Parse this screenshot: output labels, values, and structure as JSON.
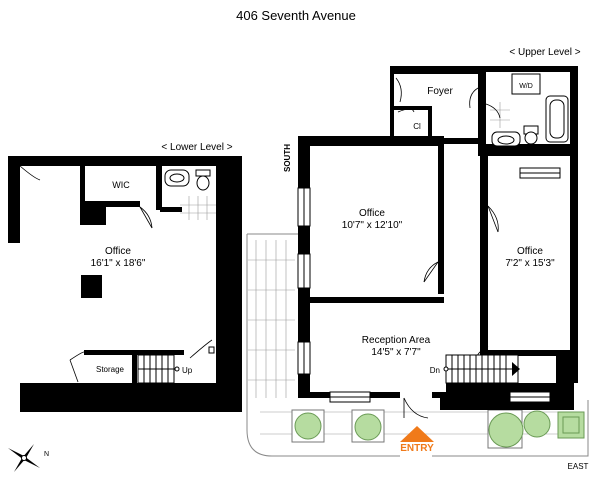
{
  "title": "406 Seventh Avenue",
  "levels": {
    "upper": "< Upper Level >",
    "lower": "< Lower Level >"
  },
  "rooms": {
    "lower_office": {
      "name": "Office",
      "dims": "16'1\" x 18'6\""
    },
    "wic": "WIC",
    "storage": "Storage",
    "up": "Up",
    "foyer": "Foyer",
    "closet": "Cl",
    "wd": "W/D",
    "office_center": {
      "name": "Office",
      "dims": "10'7\" x 12'10\""
    },
    "office_right": {
      "name": "Office",
      "dims": "7'2\" x 15'3\""
    },
    "reception": {
      "name": "Reception Area",
      "dims": "14'5\" x 7'7\""
    },
    "down": "Dn",
    "entry": "ENTRY"
  },
  "compass": {
    "south": "SOUTH",
    "east": "EAST",
    "north": "N"
  },
  "colors": {
    "wall": "#000000",
    "entry_arrow": "#f07a1a",
    "planter": "#b6dca0"
  }
}
